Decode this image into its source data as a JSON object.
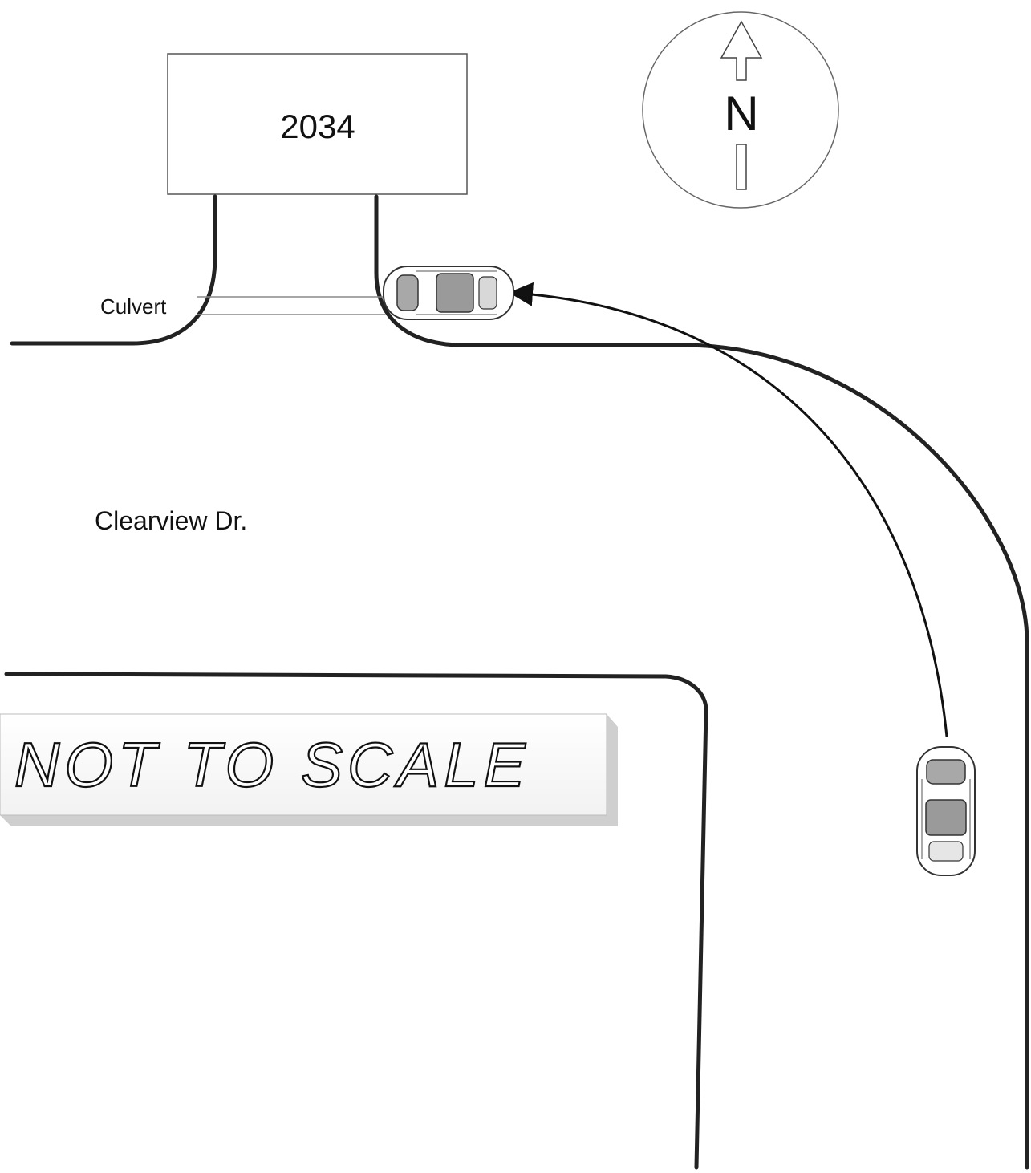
{
  "house": {
    "number": "2034"
  },
  "compass": {
    "label": "N"
  },
  "labels": {
    "culvert": "Culvert",
    "street": "Clearview Dr."
  },
  "scale_banner": {
    "text": "NOT TO SCALE"
  },
  "colors": {
    "line": "#222222",
    "car_roof": "#9a9a9a",
    "banner_shadow": "#c8c8c8"
  }
}
